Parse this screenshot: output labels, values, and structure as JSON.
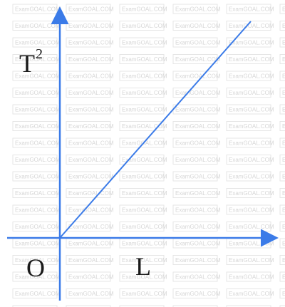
{
  "chart_data": {
    "type": "line",
    "ylabel": "T",
    "ylabel_superscript": "2",
    "xlabel": "L",
    "origin_label": "O",
    "series": [
      {
        "x": [
          0,
          1
        ],
        "y": [
          0,
          1
        ]
      }
    ],
    "xlim": [
      0,
      1
    ],
    "ylim": [
      0,
      1
    ],
    "grid": false,
    "colors": {
      "axis": "#3b7be8",
      "line": "#3b7be8"
    }
  },
  "watermark": {
    "text": "ExamGOAL.COM"
  }
}
